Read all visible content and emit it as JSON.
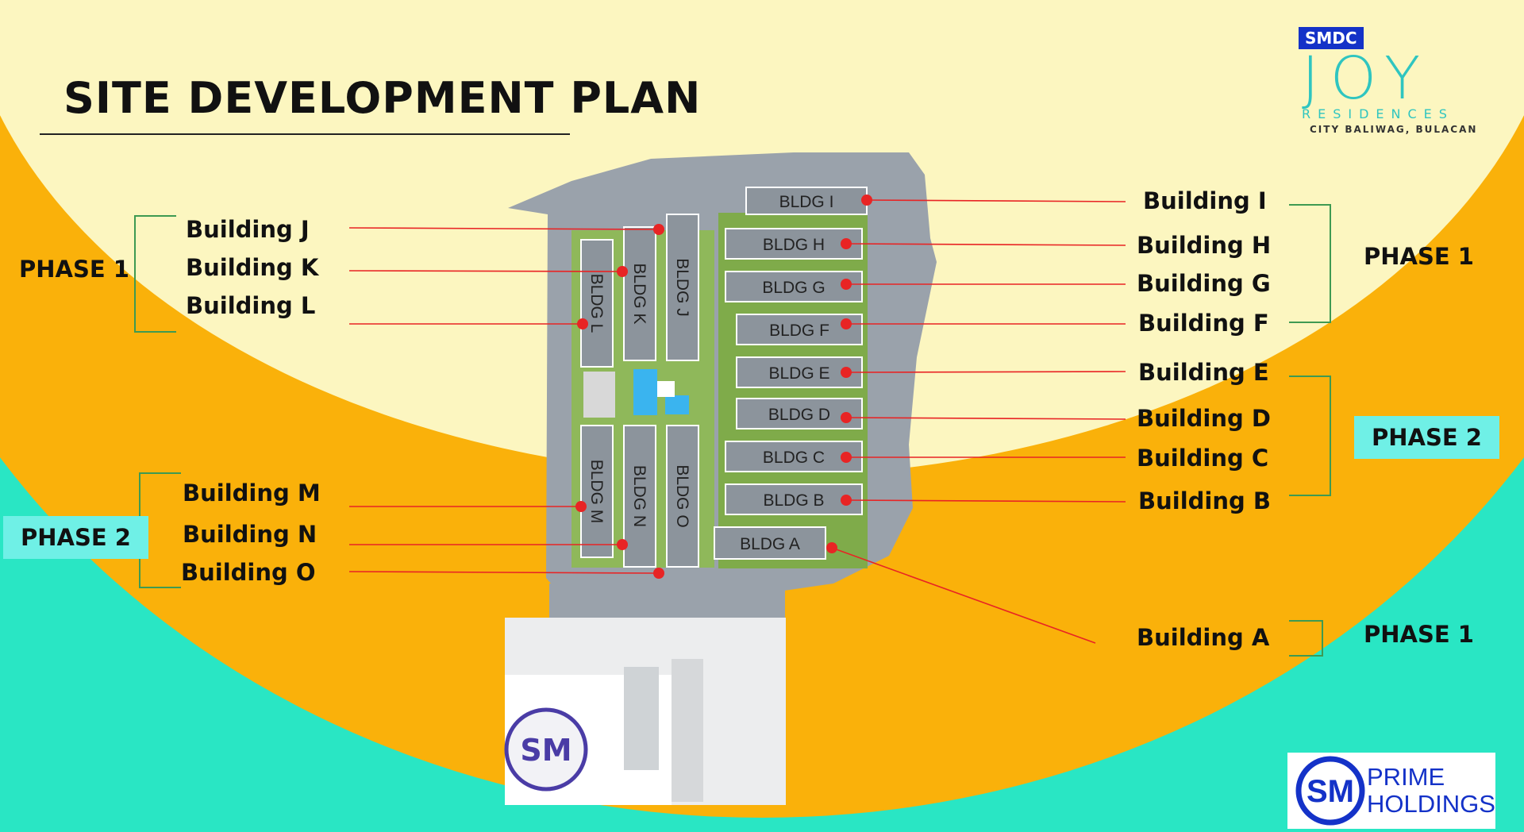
{
  "title": "SITE DEVELOPMENT PLAN",
  "logo": {
    "brand": "SMDC",
    "name": "JOY",
    "subtitle": "RESIDENCES",
    "location": "CITY BALIWAG, BULACAN"
  },
  "left_labels": {
    "group1": [
      "Building J",
      "Building K",
      "Building L"
    ],
    "group2": [
      "Building M",
      "Building N",
      "Building O"
    ]
  },
  "right_labels": {
    "group1": [
      "Building I",
      "Building H",
      "Building G",
      "Building F"
    ],
    "group2": [
      "Building E",
      "Building D",
      "Building C",
      "Building B"
    ],
    "group3": [
      "Building A"
    ]
  },
  "phases": {
    "left_top": "PHASE 1",
    "left_bottom": "PHASE 2",
    "right_top": "PHASE 1",
    "right_mid": "PHASE 2",
    "right_bottom": "PHASE 1"
  },
  "map_buildings": {
    "horizontal": [
      "BLDG I",
      "BLDG H",
      "BLDG G",
      "BLDG F",
      "BLDG E",
      "BLDG D",
      "BLDG C",
      "BLDG B",
      "BLDG A"
    ],
    "vertical": [
      "BLDG L",
      "BLDG K",
      "BLDG J",
      "BLDG M",
      "BLDG N",
      "BLDG O"
    ]
  },
  "mall_logo": "SM",
  "footer_logo": {
    "mark": "SM",
    "line1": "PRIME",
    "line2": "HOLDINGS"
  },
  "colors": {
    "cream": "#fcf6c0",
    "orange": "#fab10a",
    "teal": "#29e6c4",
    "leader_red": "#e82424",
    "bracket_green": "#3e9a52",
    "sm_blue": "#1432c8",
    "joy_teal": "#2fc5c0"
  }
}
